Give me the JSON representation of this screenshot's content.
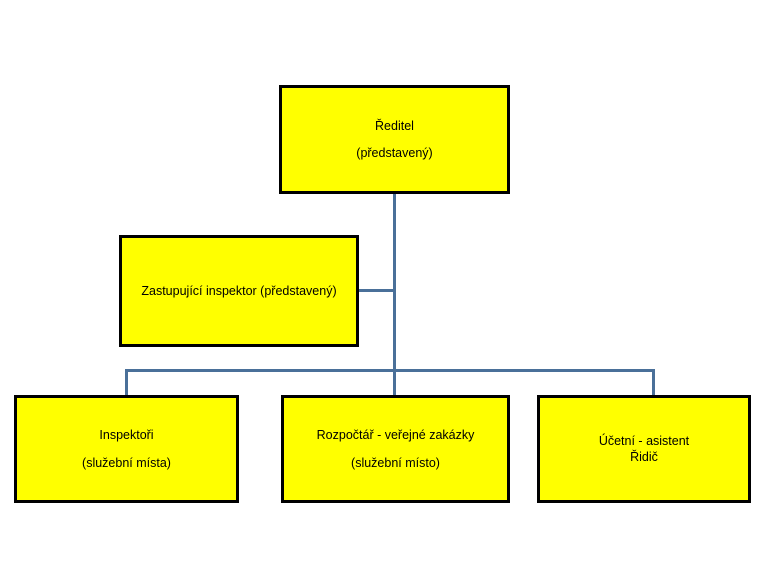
{
  "diagram": {
    "type": "org-chart",
    "background_color": "#ffffff",
    "box_fill_color": "#ffff00",
    "box_border_color": "#000000",
    "connector_color": "#4a7099",
    "nodes": [
      {
        "id": "reditel",
        "level": 1,
        "lines": [
          "Ředitel",
          "(představený)"
        ],
        "line1": "Ředitel",
        "line2": "(představený)"
      },
      {
        "id": "zastupujici-inspektor",
        "level": 2,
        "lines": [
          "Zastupující inspektor (představený)"
        ],
        "line1": "Zastupující inspektor (představený)"
      },
      {
        "id": "inspektori",
        "level": 3,
        "lines": [
          "Inspektoři",
          "(služební místa)"
        ],
        "line1": "Inspektoři",
        "line2": "(služební místa)"
      },
      {
        "id": "rozpoctar",
        "level": 3,
        "lines": [
          "Rozpočtář - veřejné zakázky",
          "(služební místo)"
        ],
        "line1": "Rozpočtář - veřejné zakázky",
        "line2": "(služební místo)"
      },
      {
        "id": "ucetni-ridic",
        "level": 3,
        "lines": [
          "Účetní - asistent",
          "Řidič"
        ],
        "line1": "Účetní - asistent",
        "line2": "Řidič"
      }
    ]
  }
}
